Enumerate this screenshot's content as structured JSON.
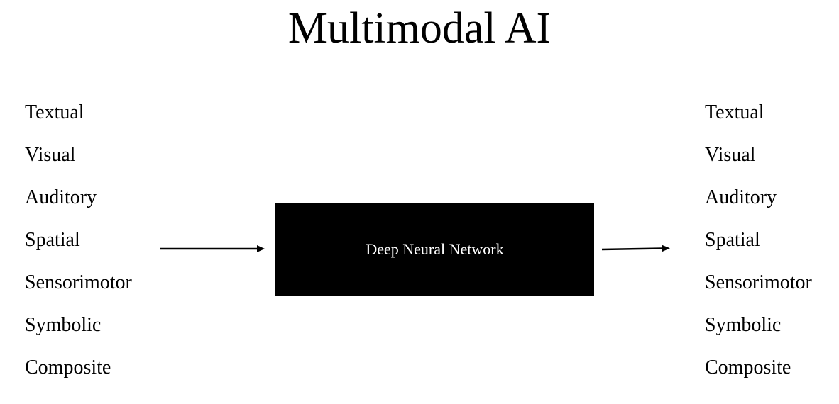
{
  "title": "Multimodal AI",
  "inputs": [
    "Textual",
    "Visual",
    "Auditory",
    "Spatial",
    "Sensorimotor",
    "Symbolic",
    "Composite"
  ],
  "outputs": [
    "Textual",
    "Visual",
    "Auditory",
    "Spatial",
    "Sensorimotor",
    "Symbolic",
    "Composite"
  ],
  "model_box": {
    "label": "Deep Neural Network",
    "fill": "#000000",
    "text_color": "#ffffff"
  },
  "colors": {
    "background": "#ffffff",
    "text": "#000000",
    "arrow": "#000000"
  }
}
